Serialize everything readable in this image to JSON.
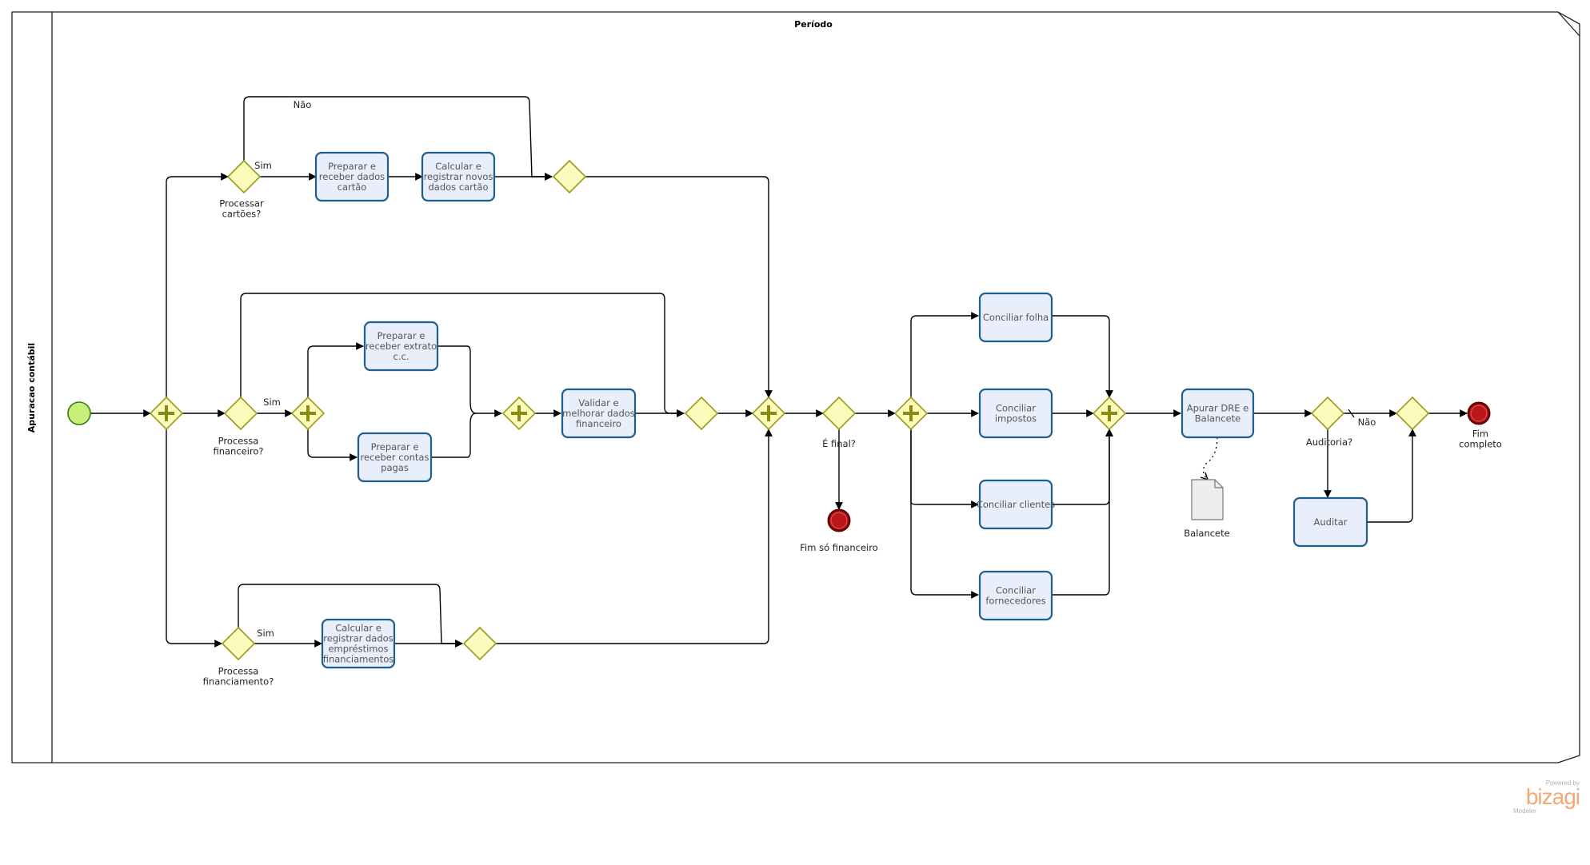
{
  "pool": {
    "lane_label": "Apuracao contábil",
    "header_label": "Período"
  },
  "tasks": {
    "preparar_cartao": [
      "Preparar e",
      "receber dados",
      "cartão"
    ],
    "calcular_cartao": [
      "Calcular e",
      "registrar novos",
      "dados cartão"
    ],
    "preparar_extrato": [
      "Preparar e",
      "receber extrato",
      "c.c."
    ],
    "preparar_contas": [
      "Preparar e",
      "receber contas",
      "pagas"
    ],
    "validar_financeiro": [
      "Validar e",
      "melhorar dados",
      "financeiro"
    ],
    "calcular_emprestimos": [
      "Calcular e",
      "registrar dados",
      "empréstimos",
      "financiamentos"
    ],
    "conciliar_folha": [
      "Conciliar folha"
    ],
    "conciliar_impostos": [
      "Conciliar",
      "impostos"
    ],
    "conciliar_clientes": [
      "Conciliar clientes"
    ],
    "conciliar_fornecedores": [
      "Conciliar",
      "fornecedores"
    ],
    "apurar_dre": [
      "Apurar DRE e",
      "Balancete"
    ],
    "auditar": [
      "Auditar"
    ]
  },
  "gateway_labels": {
    "processar_cartoes": [
      "Processar",
      "cartões?"
    ],
    "processa_financeiro": [
      "Processa",
      "financeiro?"
    ],
    "processa_financiamento": [
      "Processa",
      "financiamento?"
    ],
    "e_final": [
      "É final?"
    ],
    "auditoria": [
      "Auditoria?"
    ]
  },
  "flow_labels": {
    "sim_cartoes": "Sim",
    "nao_cartoes": "Não",
    "sim_financeiro": "Sim",
    "sim_financiamento": "Sim",
    "nao_auditoria": "Não"
  },
  "events": {
    "fim_so_financeiro": [
      "Fim só financeiro"
    ],
    "fim_completo": [
      "Fim",
      "completo"
    ]
  },
  "artifacts": {
    "balancete": [
      "Balancete"
    ]
  },
  "logo": {
    "powered_by": "Powered by",
    "name": "bizagi",
    "product": "Modeler"
  },
  "colors": {
    "task_fill": "#e9effa",
    "task_border": "#1f5f8e",
    "gateway_fill": "#fbfbbb",
    "gateway_border": "#9a9a1a",
    "start_fill": "#c6f07a",
    "end_fill": "#b81818"
  }
}
